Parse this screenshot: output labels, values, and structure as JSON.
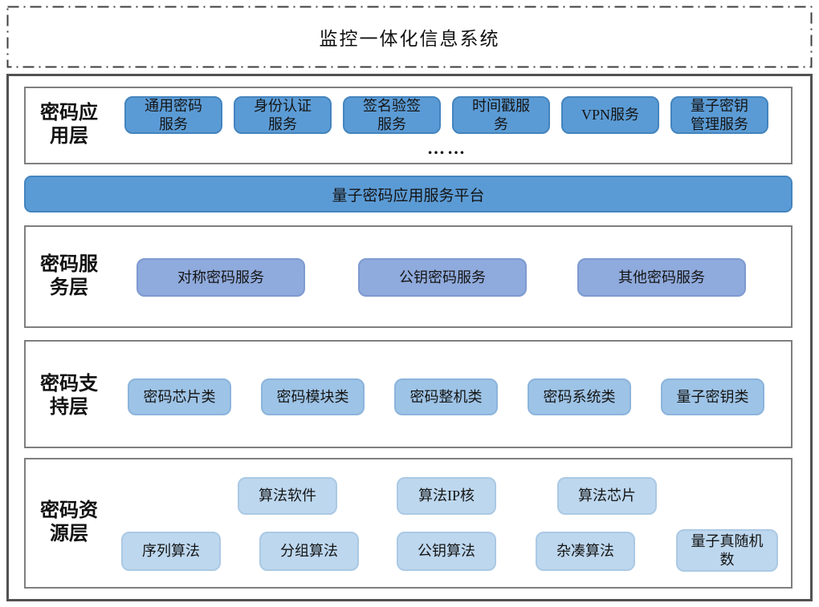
{
  "title": "监控一体化信息系统",
  "platform_bar": {
    "label": "量子密码应用服务平台"
  },
  "layers": [
    {
      "name": "application-layer",
      "label": "密码应\n用层",
      "items": [
        "通用密码\n服务",
        "身份认证\n服务",
        "签名验签\n服务",
        "时间戳服\n务",
        "VPN服务",
        "量子密钥\n管理服务"
      ],
      "ellipsis": "……"
    },
    {
      "name": "service-layer",
      "label": "密码服\n务层",
      "items": [
        "对称密码服务",
        "公钥密码服务",
        "其他密码服务"
      ]
    },
    {
      "name": "support-layer",
      "label": "密码支\n持层",
      "items": [
        "密码芯片类",
        "密码模块类",
        "密码整机类",
        "密码系统类",
        "量子密钥类"
      ]
    },
    {
      "name": "resource-layer",
      "label": "密码资\n源层",
      "row1": [
        "算法软件",
        "算法IP核",
        "算法芯片"
      ],
      "row2": [
        "序列算法",
        "分组算法",
        "公钥算法",
        "杂凑算法",
        "量子真随机\n数"
      ]
    }
  ],
  "colors": {
    "app_item_fill": "#5B9BD5",
    "app_item_border": "#4384BE",
    "platform_fill": "#5B9BD5",
    "service_item_fill": "#8FAADC",
    "support_item_fill": "#9DC3E6",
    "resource_item_fill": "#BDD7EE",
    "section_border": "#7F7F7F",
    "main_frame_border": "#515151",
    "title_border": "#3F3F3F",
    "text": "#1A1A1A"
  }
}
